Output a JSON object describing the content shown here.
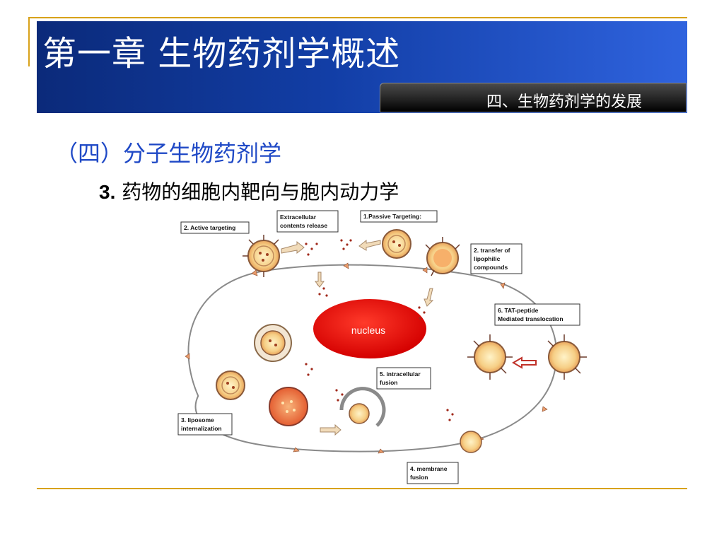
{
  "header": {
    "title": "第一章  生物药剂学概述",
    "tab_label": "四、生物药剂学的发展"
  },
  "section": {
    "heading": "（四）分子生物药剂学",
    "sub_number": "3.",
    "sub_title": " 药物的细胞内靶向与胞内动力学"
  },
  "diagram": {
    "nucleus_label": "nucleus",
    "labels": {
      "active_targeting": "2. Active targeting",
      "extracellular_1": "Extracellular",
      "extracellular_2": "contents release",
      "passive_targeting": "1.Passive Targeting:",
      "transfer_1": "2. transfer of",
      "transfer_2": "lipophilic",
      "transfer_3": "compounds",
      "tat_1": "6. TAT-peptide",
      "tat_2": "Mediated translocation",
      "intracellular_1": "5. intracellular",
      "intracellular_2": "fusion",
      "liposome_1": "3. liposome",
      "liposome_2": "internalization",
      "membrane_1": "4. membrane",
      "membrane_2": "fusion"
    }
  }
}
